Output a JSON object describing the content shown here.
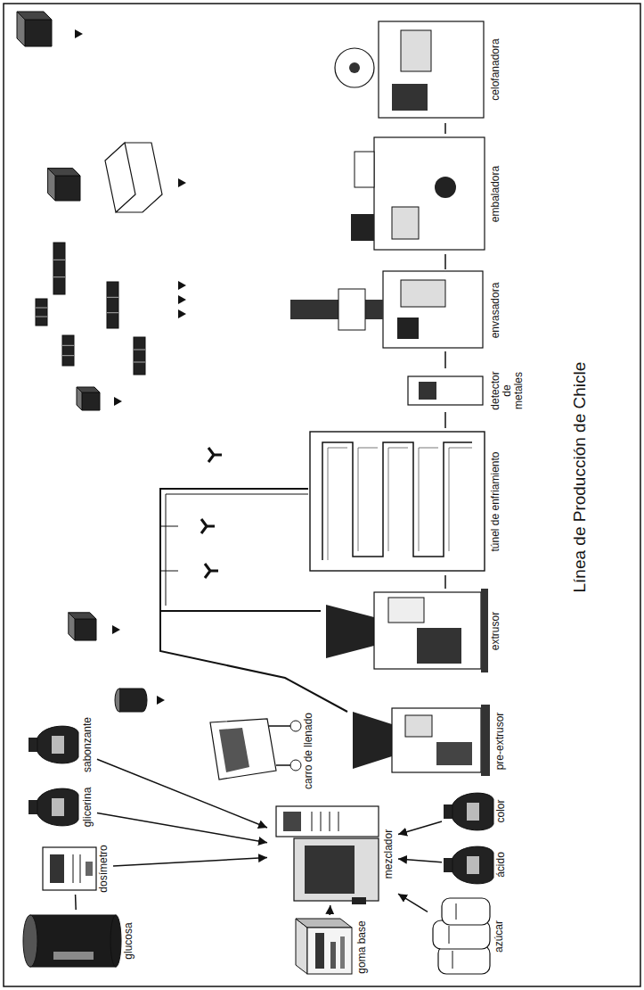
{
  "diagram": {
    "title": "Línea de Producción de Chicle",
    "nodes": [
      {
        "text": [
          "glucosa"
        ]
      },
      {
        "text": [
          "dosímetro"
        ]
      },
      {
        "text": [
          "glicerina"
        ]
      },
      {
        "text": [
          "sabonzante"
        ]
      },
      {
        "text": [
          "goma base"
        ]
      },
      {
        "text": [
          "azúcar"
        ]
      },
      {
        "text": [
          "ácido"
        ]
      },
      {
        "text": [
          "color"
        ]
      },
      {
        "text": [
          "mezclador"
        ]
      },
      {
        "text": [
          "carro de llenado"
        ]
      },
      {
        "text": [
          "pre-extrusor"
        ]
      },
      {
        "text": [
          "extrusor"
        ]
      },
      {
        "text": [
          "túnel de enfriamiento"
        ]
      },
      {
        "text": [
          "detector de metales"
        ]
      },
      {
        "text": [
          "envasadora"
        ]
      },
      {
        "text": [
          "embaladora"
        ]
      },
      {
        "text": [
          "celofanadora"
        ]
      }
    ],
    "edges": [
      {
        "from": 0,
        "to": 1,
        "arrow": "none"
      },
      {
        "from": 1,
        "to": 8,
        "arrow": "to"
      },
      {
        "from": 2,
        "to": 8,
        "arrow": "to"
      },
      {
        "from": 3,
        "to": 8,
        "arrow": "to"
      },
      {
        "from": 4,
        "to": 8,
        "arrow": "to"
      },
      {
        "from": 5,
        "to": 8,
        "arrow": "to"
      },
      {
        "from": 6,
        "to": 8,
        "arrow": "to"
      },
      {
        "from": 7,
        "to": 8,
        "arrow": "to"
      },
      {
        "from": 10,
        "to": 11,
        "arrow": "none"
      },
      {
        "from": 11,
        "to": 12,
        "arrow": "none"
      },
      {
        "from": 12,
        "to": 13,
        "arrow": "none"
      },
      {
        "from": 13,
        "to": 14,
        "arrow": "none"
      },
      {
        "from": 14,
        "to": 15,
        "arrow": "none"
      },
      {
        "from": 15,
        "to": 16,
        "arrow": "none"
      }
    ]
  }
}
